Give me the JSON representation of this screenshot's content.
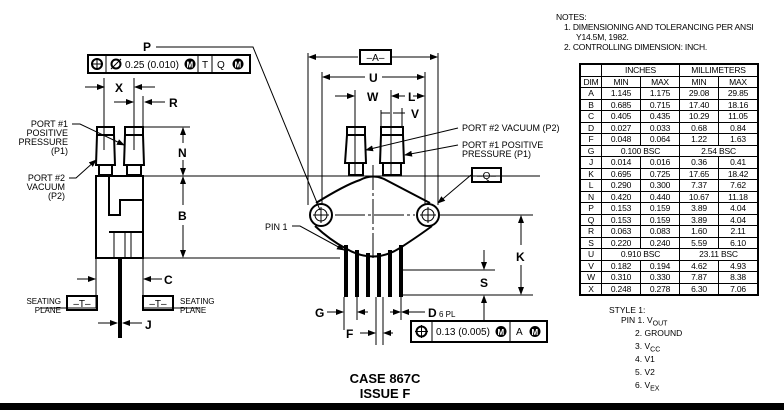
{
  "title": {
    "case": "CASE 867C",
    "issue": "ISSUE F"
  },
  "notes": {
    "heading": "NOTES:",
    "items": [
      "1. DIMENSIONING AND TOLERANCING PER ANSI",
      "Y14.5M, 1982.",
      "2. CONTROLLING DIMENSION: INCH."
    ]
  },
  "table": {
    "headers": {
      "dim": "DIM",
      "inches": "INCHES",
      "millimeters": "MILLIMETERS",
      "min": "MIN",
      "max": "MAX"
    },
    "rows": [
      [
        "A",
        "1.145",
        "1.175",
        "29.08",
        "29.85"
      ],
      [
        "B",
        "0.685",
        "0.715",
        "17.40",
        "18.16"
      ],
      [
        "C",
        "0.405",
        "0.435",
        "10.29",
        "11.05"
      ],
      [
        "D",
        "0.027",
        "0.033",
        "0.68",
        "0.84"
      ],
      [
        "F",
        "0.048",
        "0.064",
        "1.22",
        "1.63"
      ],
      [
        "G",
        "0.100 BSC",
        "2.54 BSC"
      ],
      [
        "J",
        "0.014",
        "0.016",
        "0.36",
        "0.41"
      ],
      [
        "K",
        "0.695",
        "0.725",
        "17.65",
        "18.42"
      ],
      [
        "L",
        "0.290",
        "0.300",
        "7.37",
        "7.62"
      ],
      [
        "N",
        "0.420",
        "0.440",
        "10.67",
        "11.18"
      ],
      [
        "P",
        "0.153",
        "0.159",
        "3.89",
        "4.04"
      ],
      [
        "Q",
        "0.153",
        "0.159",
        "3.89",
        "4.04"
      ],
      [
        "R",
        "0.063",
        "0.083",
        "1.60",
        "2.11"
      ],
      [
        "S",
        "0.220",
        "0.240",
        "5.59",
        "6.10"
      ],
      [
        "U",
        "0.910 BSC",
        "23.11 BSC"
      ],
      [
        "V",
        "0.182",
        "0.194",
        "4.62",
        "4.93"
      ],
      [
        "W",
        "0.310",
        "0.330",
        "7.87",
        "8.38"
      ],
      [
        "X",
        "0.248",
        "0.278",
        "6.30",
        "7.06"
      ]
    ]
  },
  "style": {
    "heading": "STYLE 1:",
    "pins": [
      {
        "num": "PIN 1.",
        "name": "V",
        "sub": "OUT"
      },
      {
        "num": "2.",
        "name": "GROUND",
        "sub": ""
      },
      {
        "num": "3.",
        "name": "V",
        "sub": "CC"
      },
      {
        "num": "4.",
        "name": "V1",
        "sub": ""
      },
      {
        "num": "5.",
        "name": "V2",
        "sub": ""
      },
      {
        "num": "6.",
        "name": "V",
        "sub": "EX"
      }
    ]
  },
  "side_view": {
    "fcf": {
      "tol": "0.25 (0.010)",
      "m": "M",
      "datum1": "T",
      "datum2": "Q"
    },
    "P": "P",
    "X": "X",
    "R": "R",
    "N": "N",
    "B": "B",
    "C": "C",
    "J": "J",
    "port1": [
      "PORT #1",
      "POSITIVE",
      "PRESSURE",
      "(P1)"
    ],
    "port2": [
      "PORT #2",
      "VACUUM",
      "(P2)"
    ],
    "seating": [
      "SEATING",
      "PLANE"
    ],
    "datum_t": "–T–"
  },
  "front_view": {
    "datum_a": "–A–",
    "datum_q": "–Q–",
    "U": "U",
    "W": "W",
    "L": "L",
    "V": "V",
    "K": "K",
    "S": "S",
    "G": "G",
    "F": "F",
    "D": "D",
    "d_note": "6 PL",
    "pin1": "PIN 1",
    "port2": "PORT #2 VACUUM (P2)",
    "port1": [
      "PORT #1 POSITIVE",
      "PRESSURE (P1)"
    ],
    "fcf": {
      "tol": "0.13 (0.005)",
      "m": "M",
      "datum": "A"
    }
  }
}
